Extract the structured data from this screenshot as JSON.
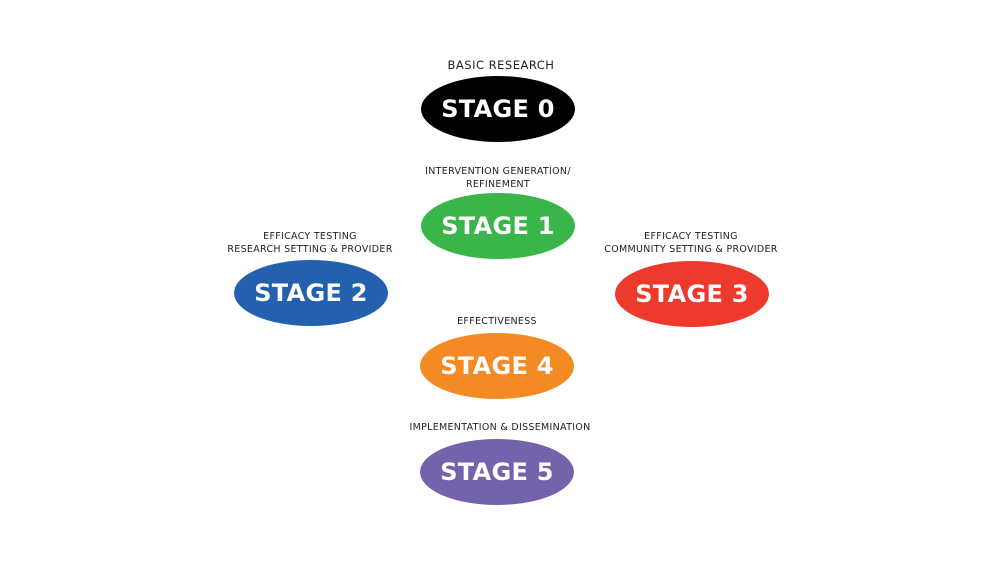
{
  "stages": [
    {
      "label": "STAGE 0",
      "color": "#000000",
      "caption": [
        "BASIC RESEARCH"
      ]
    },
    {
      "label": "STAGE 1",
      "color": "#3ab54a",
      "caption": [
        "INTERVENTION GENERATION/",
        "REFINEMENT"
      ]
    },
    {
      "label": "STAGE 2",
      "color": "#2360ae",
      "caption": [
        "EFFICACY TESTING",
        "RESEARCH SETTING & PROVIDER"
      ]
    },
    {
      "label": "STAGE 3",
      "color": "#ee3a2c",
      "caption": [
        "EFFICACY TESTING",
        "COMMUNITY SETTING & PROVIDER"
      ]
    },
    {
      "label": "STAGE 4",
      "color": "#f48a24",
      "caption": [
        "EFFECTIVENESS"
      ]
    },
    {
      "label": "STAGE 5",
      "color": "#7462ab",
      "caption": [
        "IMPLEMENTATION & DISSEMINATION"
      ]
    }
  ]
}
